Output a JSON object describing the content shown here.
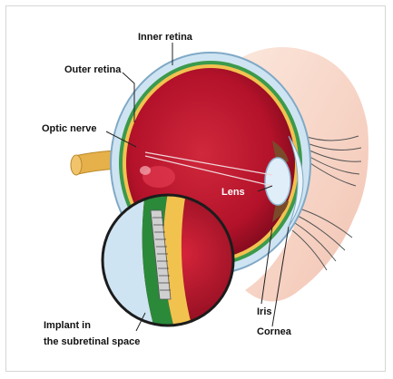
{
  "labels": {
    "inner_retina": "Inner retina",
    "outer_retina": "Outer retina",
    "optic_nerve": "Optic nerve",
    "lens": "Lens",
    "iris": "Iris",
    "cornea": "Cornea",
    "implant_line1": "Implant in",
    "implant_line2": "the subretinal space"
  },
  "colors": {
    "eyeball_red": "#b3122a",
    "sclera_blue": "#cfe4f2",
    "retina_yellow": "#f2c24f",
    "implant_green": "#2a8a3a",
    "skin": "#f5d0c0",
    "nerve": "#e6b04a"
  }
}
